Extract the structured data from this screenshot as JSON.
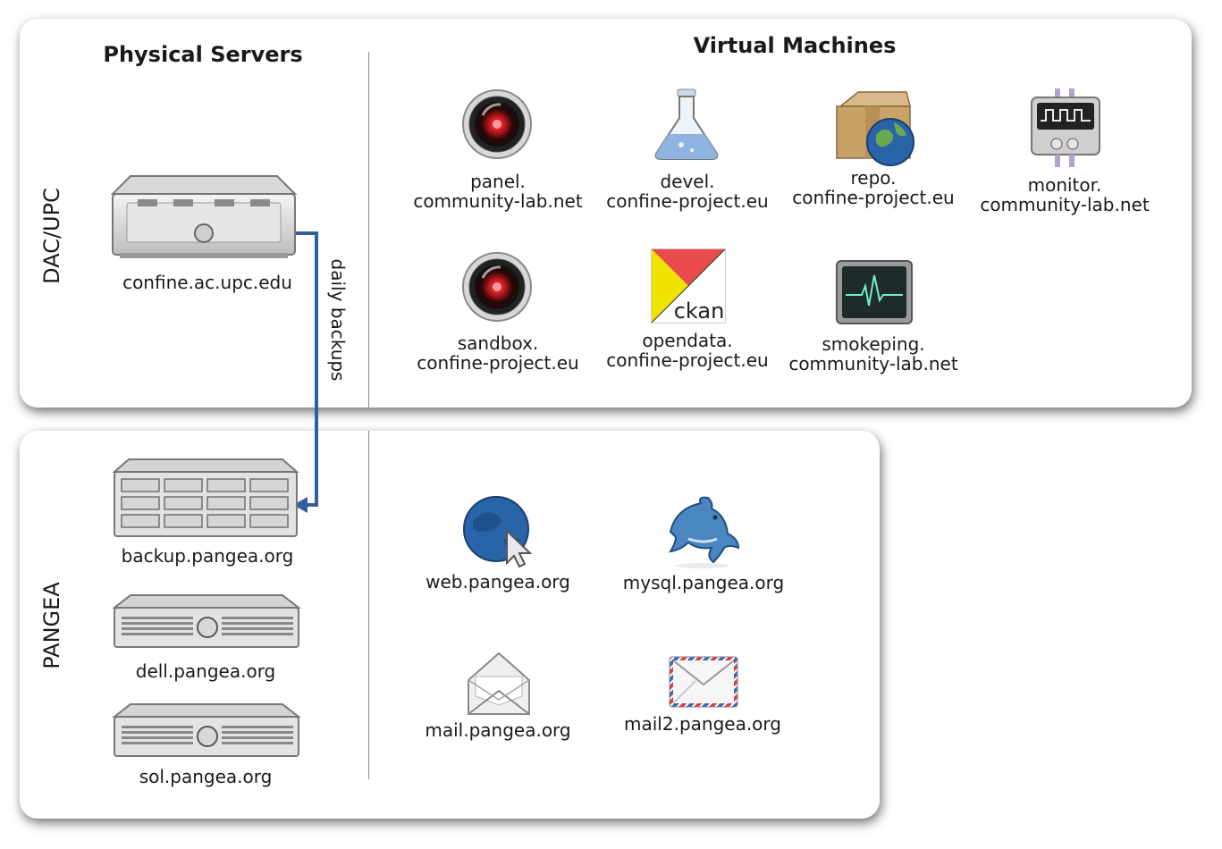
{
  "sections": {
    "physical_title": "Physical Servers",
    "virtual_title": "Virtual Machines"
  },
  "regions": {
    "dac": "DAC/UPC",
    "pangea": "PANGEA"
  },
  "arrow_label": "daily backups",
  "physical": {
    "confine": "confine.ac.upc.edu",
    "backup": "backup.pangea.org",
    "dell": "dell.pangea.org",
    "sol": "sol.pangea.org"
  },
  "vms": {
    "panel": [
      "panel.",
      "community-lab.net"
    ],
    "devel": [
      "devel.",
      "confine-project.eu"
    ],
    "repo": [
      "repo.",
      "confine-project.eu"
    ],
    "monitor": [
      "monitor.",
      "community-lab.net"
    ],
    "sandbox": [
      "sandbox.",
      "confine-project.eu"
    ],
    "opendata": [
      "opendata.",
      "confine-project.eu"
    ],
    "ckan_logo": "ckan",
    "smokeping": [
      "smokeping.",
      "community-lab.net"
    ],
    "web": "web.pangea.org",
    "mysql": "mysql.pangea.org",
    "mail": "mail.pangea.org",
    "mail2": "mail2.pangea.org"
  },
  "colors": {
    "arrow": "#2f5f9e",
    "hal_red": "#d4202a",
    "flask_liquid": "#8fb3e0",
    "globe_blue": "#2a64a8",
    "ckan_red": "#e94b4b",
    "ckan_yellow": "#f1e300"
  },
  "icons": {
    "panel": "hal-eye-icon",
    "devel": "flask-icon",
    "repo": "package-globe-icon",
    "monitor": "monitor-icon",
    "sandbox": "hal-eye-icon",
    "opendata": "ckan-logo-icon",
    "smokeping": "heartbeat-monitor-icon",
    "web": "globe-cursor-icon",
    "mysql": "dolphin-icon",
    "mail": "envelope-open-icon",
    "mail2": "airmail-envelope-icon"
  }
}
